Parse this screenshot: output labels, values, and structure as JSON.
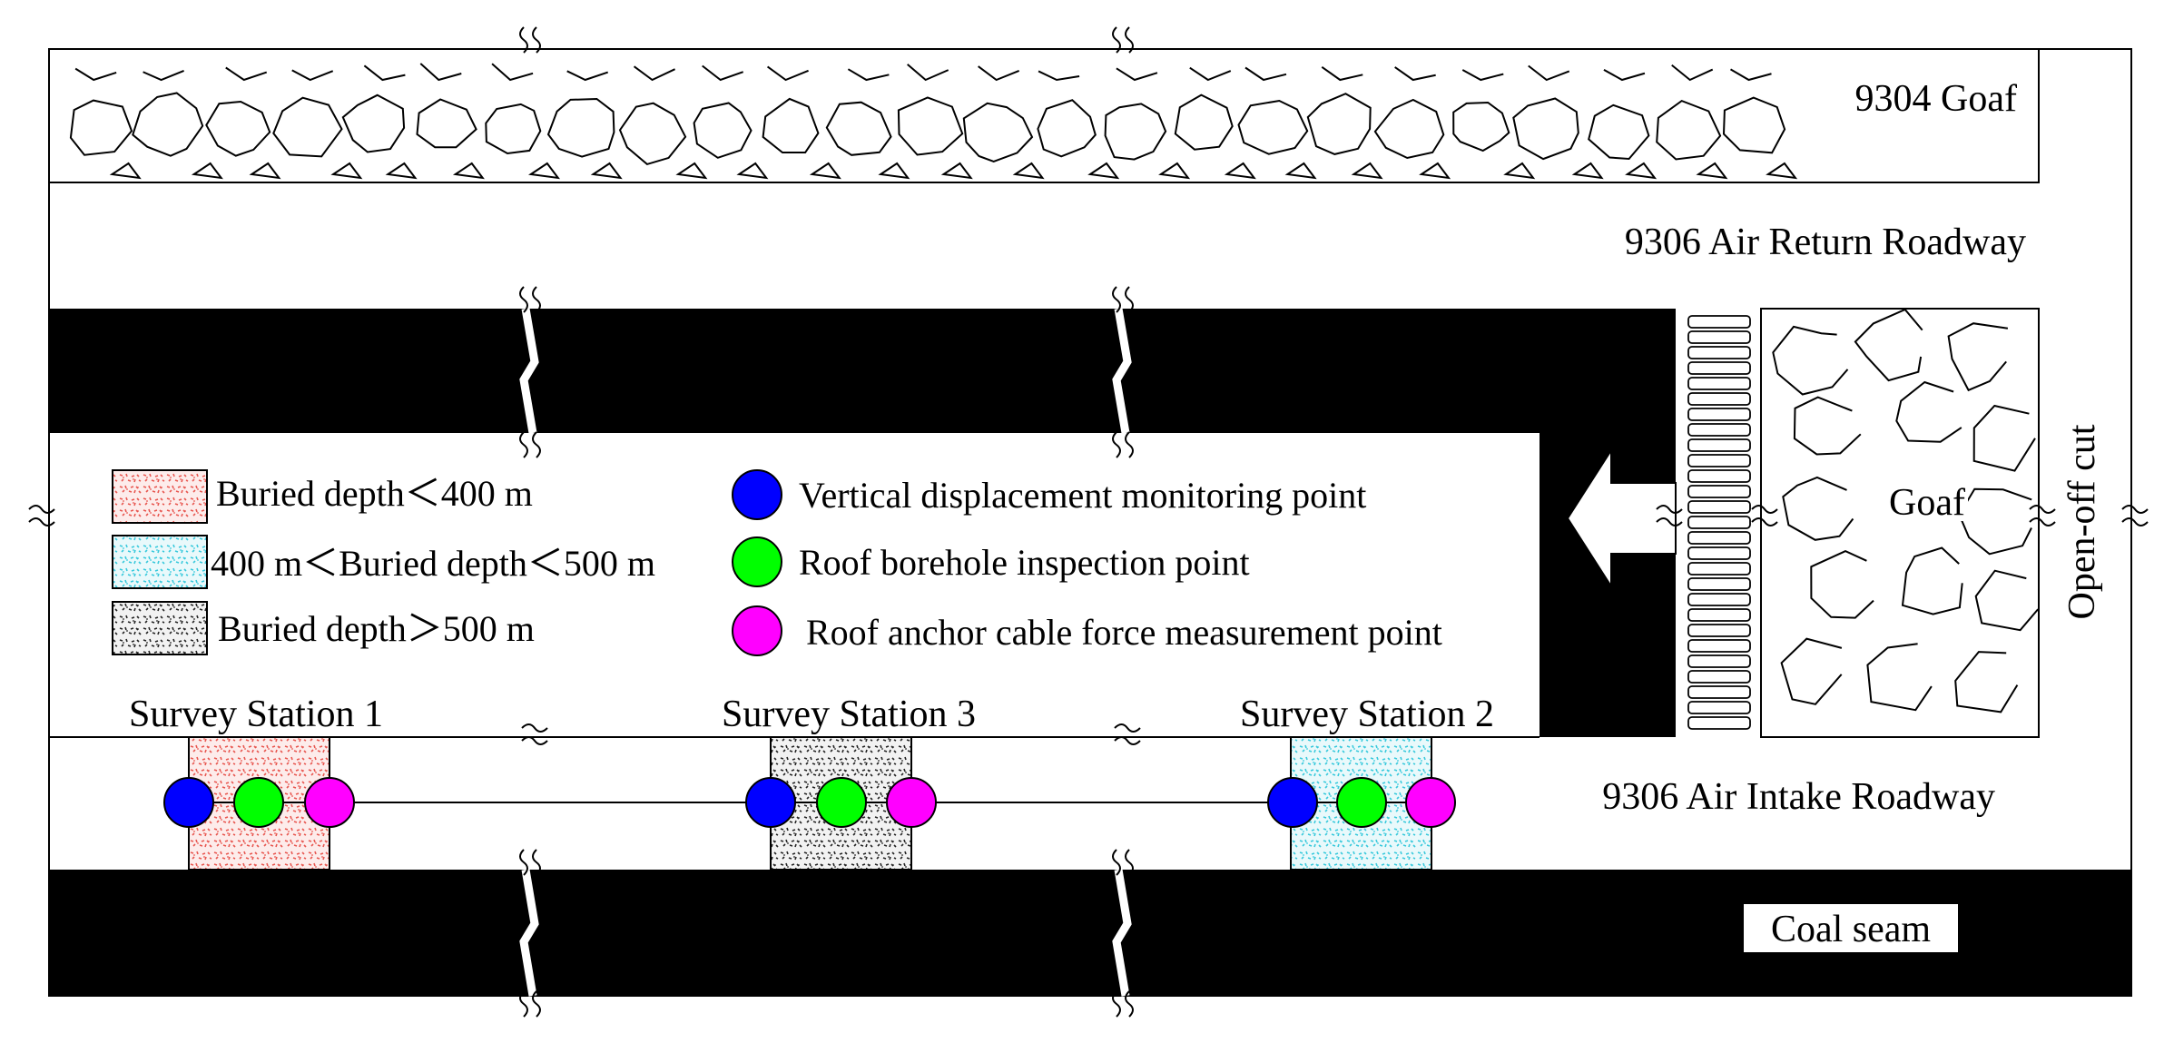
{
  "labels": {
    "goaf_9304": "9304 Goaf",
    "return_roadway": "9306 Air Return Roadway",
    "intake_roadway": "9306 Air Intake Roadway",
    "goaf": "Goaf",
    "open_off_cut": "Open-off cut",
    "coal_seam": "Coal seam"
  },
  "legend": {
    "depth": [
      {
        "label": "Buried depth＜400 m",
        "pattern": "red-speckle"
      },
      {
        "label": "400 m＜Buried depth＜500 m",
        "pattern": "cyan-speckle"
      },
      {
        "label": "Buried depth＞500 m",
        "pattern": "black-speckle"
      }
    ],
    "points": [
      {
        "label": "Vertical displacement monitoring point",
        "color": "#0000ff"
      },
      {
        "label": "Roof borehole inspection point",
        "color": "#00ff00"
      },
      {
        "label": "Roof anchor cable force measurement point",
        "color": "#ff00ff"
      }
    ]
  },
  "stations": [
    {
      "label": "Survey Station 1",
      "pattern": "red-speckle"
    },
    {
      "label": "Survey Station 3",
      "pattern": "black-speckle"
    },
    {
      "label": "Survey Station 2",
      "pattern": "cyan-speckle"
    }
  ],
  "colors": {
    "coal": "#000000",
    "blue_point": "#0000ff",
    "green_point": "#00ff00",
    "magenta_point": "#ff00ff",
    "red_speckle": "#e8564f",
    "cyan_speckle": "#37c9dc",
    "black_speckle": "#222222"
  }
}
